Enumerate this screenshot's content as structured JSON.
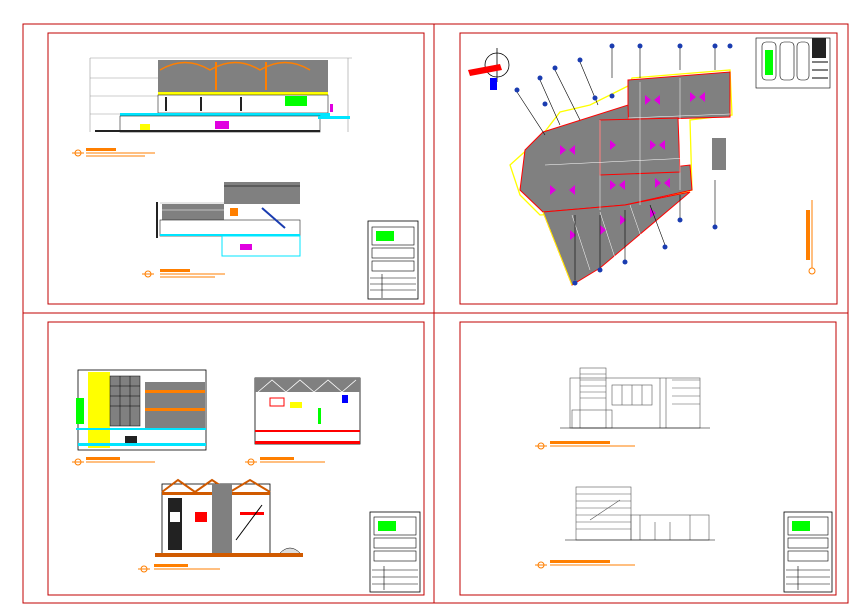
{
  "colors": {
    "frame": "#c00000",
    "ink": "#000000",
    "gray": "#808080",
    "orange": "#ff7f00",
    "yellow": "#ffff00",
    "cyan": "#00e5ff",
    "green": "#00ff00",
    "magenta": "#e000e0",
    "blue": "#0000ff",
    "darkblue": "#1a3cb0",
    "red": "#ff0000",
    "roof_orange": "#d05a00"
  },
  "sheets": [
    {
      "id": "sections",
      "content": "building-sections"
    },
    {
      "id": "roof-plan",
      "content": "roof-plan-with-north-arrow"
    },
    {
      "id": "sections-2",
      "content": "building-sections"
    },
    {
      "id": "elevations",
      "content": "building-elevations"
    }
  ]
}
